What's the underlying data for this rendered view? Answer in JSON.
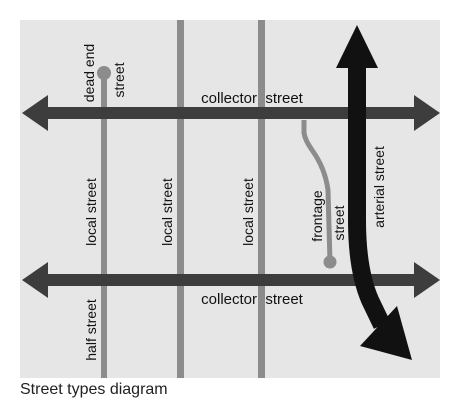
{
  "caption": "Street types diagram",
  "labels": {
    "collector_top": "collector  street",
    "collector_bottom": "collector  street",
    "local_1": "local street",
    "local_2": "local street",
    "local_3": "local street",
    "dead_end_line1": "dead end",
    "dead_end_line2": "street",
    "half_street": "half street",
    "frontage_line1": "frontage",
    "frontage_line2": "street",
    "arterial": "arterial street"
  },
  "colors": {
    "background": "#e6e6e6",
    "collector": "#3d3d3d",
    "arterial": "#111111",
    "local": "#8c8c8c",
    "text": "#111111"
  }
}
